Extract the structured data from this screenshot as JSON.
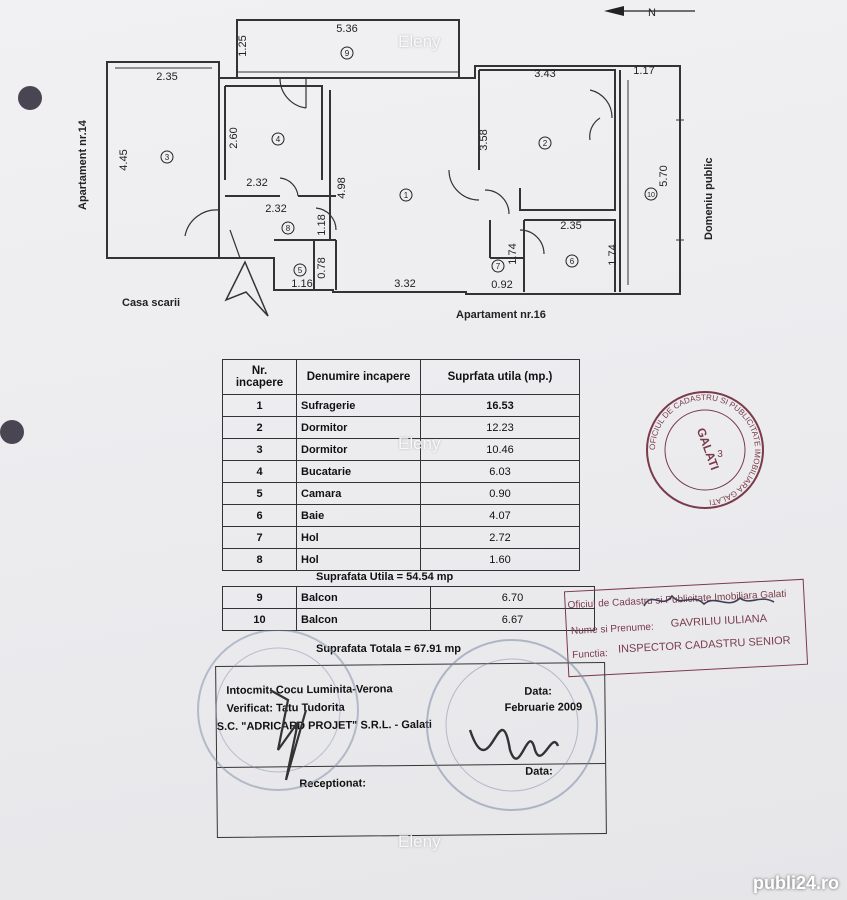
{
  "compass": {
    "north": "N"
  },
  "watermark": "Eleny",
  "floorplan": {
    "dims": [
      "5.36",
      "1.25",
      "2.35",
      "3.43",
      "1.17",
      "4.45",
      "2.60",
      "3.58",
      "5.70",
      "2.32",
      "4.98",
      "2.32",
      "1.18",
      "2.35",
      "1.74",
      "1.74",
      "0.78",
      "1.16",
      "3.32",
      "0.92"
    ],
    "room_numbers": [
      "1",
      "2",
      "3",
      "4",
      "5",
      "6",
      "7",
      "8",
      "9",
      "10"
    ],
    "labels": {
      "left": "Apartament nr.14",
      "right": "Domeniu public",
      "bottom_left": "Casa scarii",
      "bottom": "Apartament nr.16"
    }
  },
  "table": {
    "headers": [
      "Nr. incapere",
      "Denumire incapere",
      "Suprfata utila (mp.)"
    ],
    "rows": [
      {
        "nr": "1",
        "name": "Sufragerie",
        "area": "16.53"
      },
      {
        "nr": "2",
        "name": "Dormitor",
        "area": "12.23"
      },
      {
        "nr": "3",
        "name": "Dormitor",
        "area": "10.46"
      },
      {
        "nr": "4",
        "name": "Bucatarie",
        "area": "6.03"
      },
      {
        "nr": "5",
        "name": "Camara",
        "area": "0.90"
      },
      {
        "nr": "6",
        "name": "Baie",
        "area": "4.07"
      },
      {
        "nr": "7",
        "name": "Hol",
        "area": "2.72"
      },
      {
        "nr": "8",
        "name": "Hol",
        "area": "1.60"
      }
    ],
    "useful_total": "Suprafata Utila = 54.54 mp",
    "balcony_rows": [
      {
        "nr": "9",
        "name": "Balcon",
        "area": "6.70"
      },
      {
        "nr": "10",
        "name": "Balcon",
        "area": "6.67"
      }
    ],
    "grand_total": "Suprafata Totala = 67.91 mp"
  },
  "signature_box": {
    "line1": "Intocmit: Cocu Luminita-Verona",
    "line2": "Verificat: Tatu Tudorita",
    "line3": "S.C. \"ADRICARD PROJET\" S.R.L. - Galati",
    "data_label": "Data:",
    "data_value": "Februarie 2009",
    "receptionat": "Receptionat:",
    "data_label2": "Data:"
  },
  "official_stamp": {
    "line1": "Oficiul de Cadastru si Publicitate Imobiliara Galati",
    "line2_label": "Nume si Prenume:",
    "line2_value": "GAVRILIU IULIANA",
    "line3_label": "Functia:",
    "line3_value": "INSPECTOR CADASTRU SENIOR"
  },
  "round_stamp": {
    "text": "OFICIUL DE CADASTRU SI PUBLICITATE IMOBILIARA GALATI",
    "center": "GALATI",
    "number": "3"
  },
  "brand": "publi24.ro",
  "colors": {
    "stamp": "#7a3b4a",
    "ink": "#222222",
    "paper": "#ececef"
  }
}
